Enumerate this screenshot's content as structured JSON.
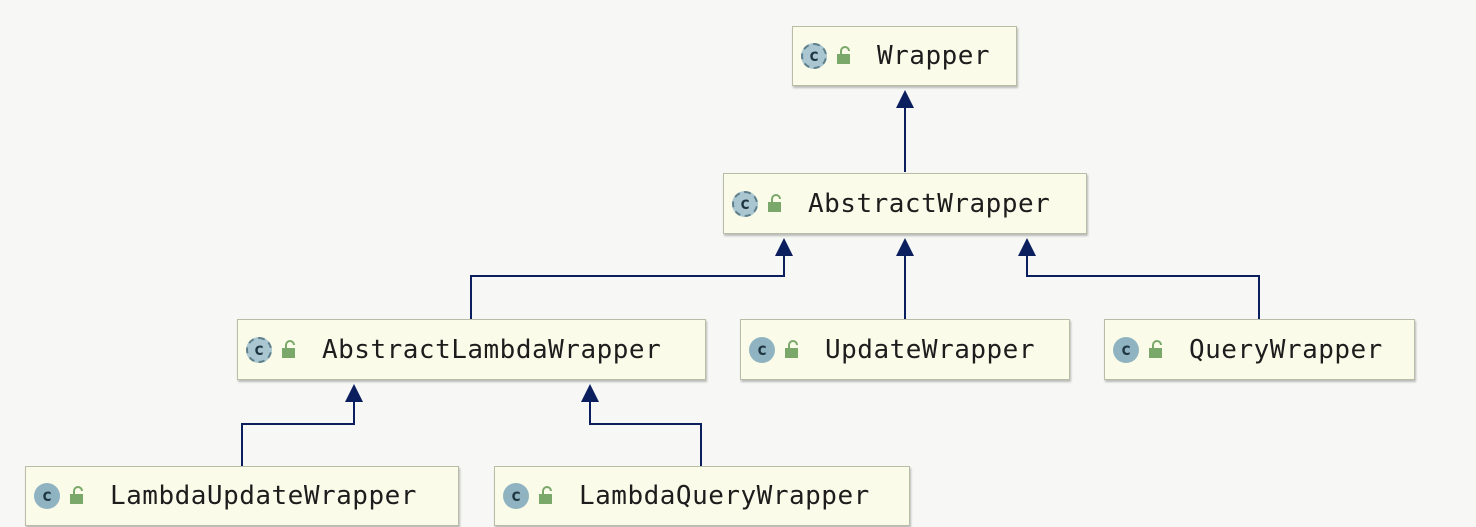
{
  "diagram": {
    "badge_letter": "c",
    "colors": {
      "edge": "#0b1e5e",
      "node_fill": "#fbfbe9",
      "node_border": "#b9bca6",
      "badge_fill": "#8fb3c1",
      "lock_fill": "#7aa86a"
    },
    "nodes": [
      {
        "id": "wrapper",
        "label": "Wrapper",
        "abstract": true
      },
      {
        "id": "abstract-wrapper",
        "label": "AbstractWrapper",
        "abstract": true
      },
      {
        "id": "abstract-lambda-wrapper",
        "label": "AbstractLambdaWrapper",
        "abstract": true
      },
      {
        "id": "update-wrapper",
        "label": "UpdateWrapper",
        "abstract": false
      },
      {
        "id": "query-wrapper",
        "label": "QueryWrapper",
        "abstract": false
      },
      {
        "id": "lambda-update-wrapper",
        "label": "LambdaUpdateWrapper",
        "abstract": false
      },
      {
        "id": "lambda-query-wrapper",
        "label": "LambdaQueryWrapper",
        "abstract": false
      }
    ],
    "edges": [
      {
        "from": "abstract-wrapper",
        "to": "wrapper"
      },
      {
        "from": "abstract-lambda-wrapper",
        "to": "abstract-wrapper"
      },
      {
        "from": "update-wrapper",
        "to": "abstract-wrapper"
      },
      {
        "from": "query-wrapper",
        "to": "abstract-wrapper"
      },
      {
        "from": "lambda-update-wrapper",
        "to": "abstract-lambda-wrapper"
      },
      {
        "from": "lambda-query-wrapper",
        "to": "abstract-lambda-wrapper"
      }
    ]
  }
}
